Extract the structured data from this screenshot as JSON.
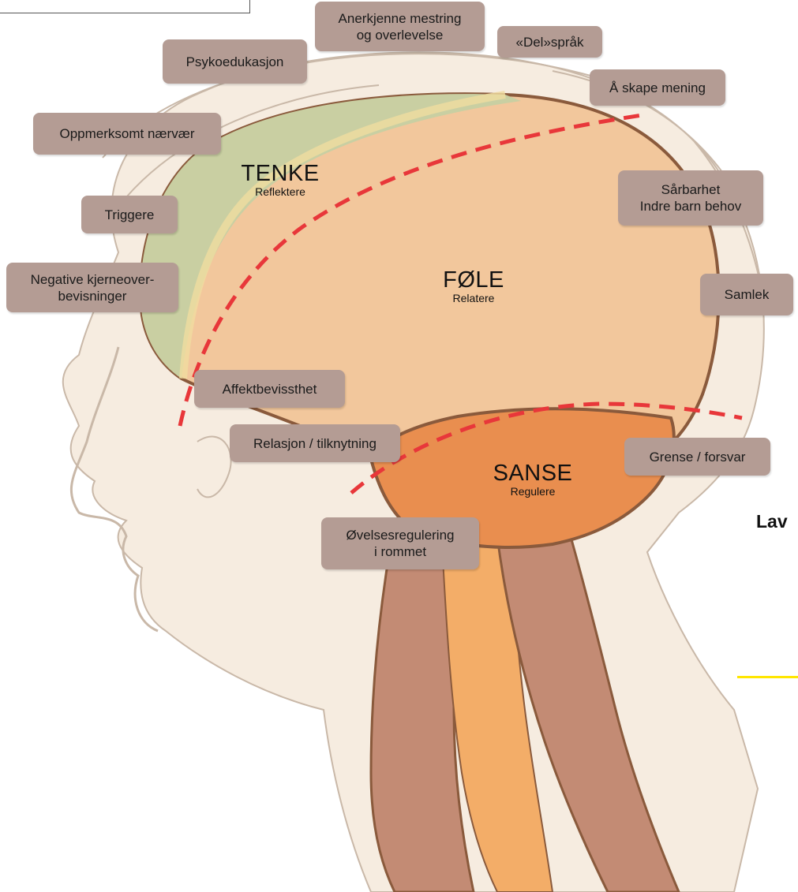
{
  "zones": {
    "tenke": {
      "title": "TENKE",
      "subtitle": "Reflektere",
      "color": "#c9cfa2"
    },
    "fole": {
      "title": "FØLE",
      "subtitle": "Relatere",
      "color": "#f2c79c"
    },
    "sanse": {
      "title": "SANSE",
      "subtitle": "Regulere",
      "color": "#e98e4f"
    }
  },
  "labels": {
    "anerkjenne_1": "Anerkjenne mestring",
    "anerkjenne_2": "og overlevelse",
    "del_sprak": "«Del»språk",
    "psykoedukasjon": "Psykoedukasjon",
    "skape_mening": "Å skape mening",
    "oppmerksomt": "Oppmerksomt nærvær",
    "triggere": "Triggere",
    "negative_1": "Negative kjerneover-",
    "negative_2": "bevisninger",
    "sarbarhet_1": "Sårbarhet",
    "sarbarhet_2": "Indre barn behov",
    "samlek": "Samlek",
    "affektbevissthet": "Affektbevissthet",
    "relasjon": "Relasjon / tilknytning",
    "grense": "Grense / forsvar",
    "ovelses_1": "Øvelsesregulering",
    "ovelses_2": "i rommet"
  },
  "side_text": "Lav",
  "colors": {
    "label_bg": "#b49c94",
    "outline": "#8a5a3c",
    "dashed_line": "#e8373a",
    "skin": "#f6ece0",
    "highlight_line": "#ffe600"
  }
}
